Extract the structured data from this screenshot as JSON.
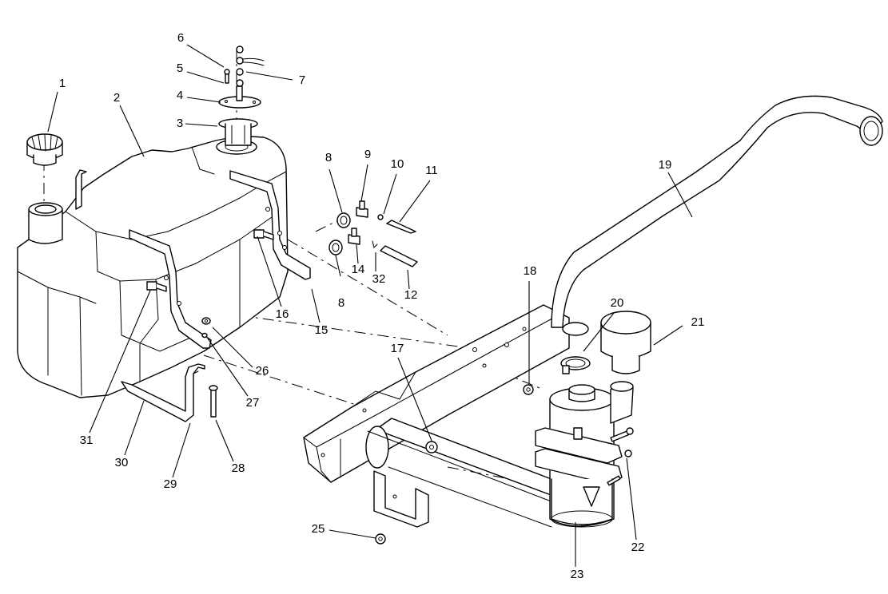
{
  "callouts": [
    {
      "id": "c1",
      "label": "1"
    },
    {
      "id": "c2",
      "label": "2"
    },
    {
      "id": "c3",
      "label": "3"
    },
    {
      "id": "c4",
      "label": "4"
    },
    {
      "id": "c5",
      "label": "5"
    },
    {
      "id": "c6",
      "label": "6"
    },
    {
      "id": "c7",
      "label": "7"
    },
    {
      "id": "c8a",
      "label": "8"
    },
    {
      "id": "c8b",
      "label": "8"
    },
    {
      "id": "c9",
      "label": "9"
    },
    {
      "id": "c10",
      "label": "10"
    },
    {
      "id": "c11",
      "label": "11"
    },
    {
      "id": "c12",
      "label": "12"
    },
    {
      "id": "c14",
      "label": "14"
    },
    {
      "id": "c15",
      "label": "15"
    },
    {
      "id": "c16",
      "label": "16"
    },
    {
      "id": "c17",
      "label": "17"
    },
    {
      "id": "c18",
      "label": "18"
    },
    {
      "id": "c19",
      "label": "19"
    },
    {
      "id": "c20",
      "label": "20"
    },
    {
      "id": "c21",
      "label": "21"
    },
    {
      "id": "c22",
      "label": "22"
    },
    {
      "id": "c23",
      "label": "23"
    },
    {
      "id": "c25",
      "label": "25"
    },
    {
      "id": "c26",
      "label": "26"
    },
    {
      "id": "c27",
      "label": "27"
    },
    {
      "id": "c28",
      "label": "28"
    },
    {
      "id": "c29",
      "label": "29"
    },
    {
      "id": "c30",
      "label": "30"
    },
    {
      "id": "c31",
      "label": "31"
    },
    {
      "id": "c32",
      "label": "32"
    }
  ]
}
